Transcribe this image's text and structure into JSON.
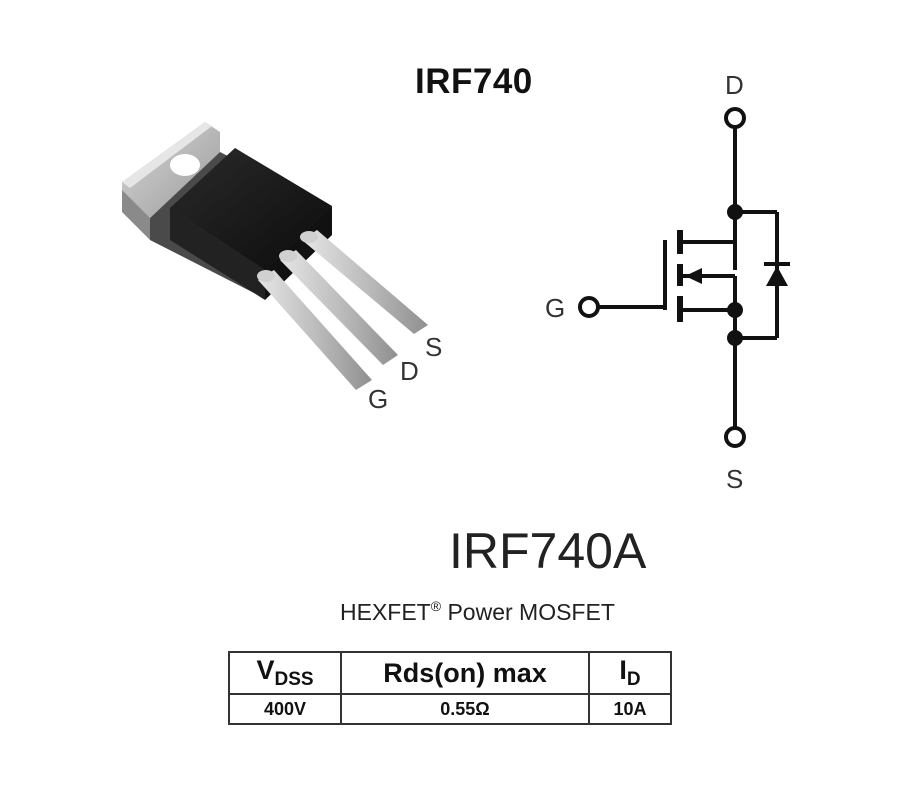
{
  "title": "IRF740",
  "package_pins": [
    "S",
    "D",
    "G"
  ],
  "schematic": {
    "drain_label": "D",
    "gate_label": "G",
    "source_label": "S"
  },
  "part_number": "IRF740A",
  "description": {
    "prefix": "HEXFET",
    "registered": "®",
    "suffix": " Power MOSFET"
  },
  "table": {
    "headers": [
      {
        "main": "V",
        "sub": "DSS"
      },
      {
        "main": "Rds(on) max",
        "sub": ""
      },
      {
        "main": "I",
        "sub": "D"
      }
    ],
    "row": [
      "400V",
      "0.55Ω",
      "10A"
    ]
  },
  "colors": {
    "body": "#1a1a1a",
    "tab": "#b8b8b8",
    "leads": "#c9c9c9",
    "circuit": "#111111"
  }
}
